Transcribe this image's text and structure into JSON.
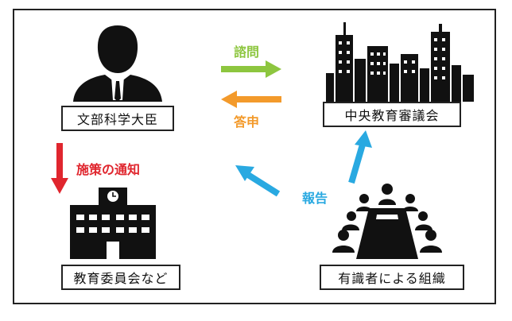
{
  "nodes": {
    "minister": "文部科学大臣",
    "council": "中央教育審議会",
    "board": "教育委員会など",
    "experts": "有識者による組織"
  },
  "edges": {
    "inquiry": "諮問",
    "reply": "答申",
    "notice": "施策の通知",
    "report": "報告"
  },
  "colors": {
    "inquiry": "#8dc63f",
    "reply": "#f39a2b",
    "notice": "#e0262e",
    "report": "#29a9e1"
  }
}
